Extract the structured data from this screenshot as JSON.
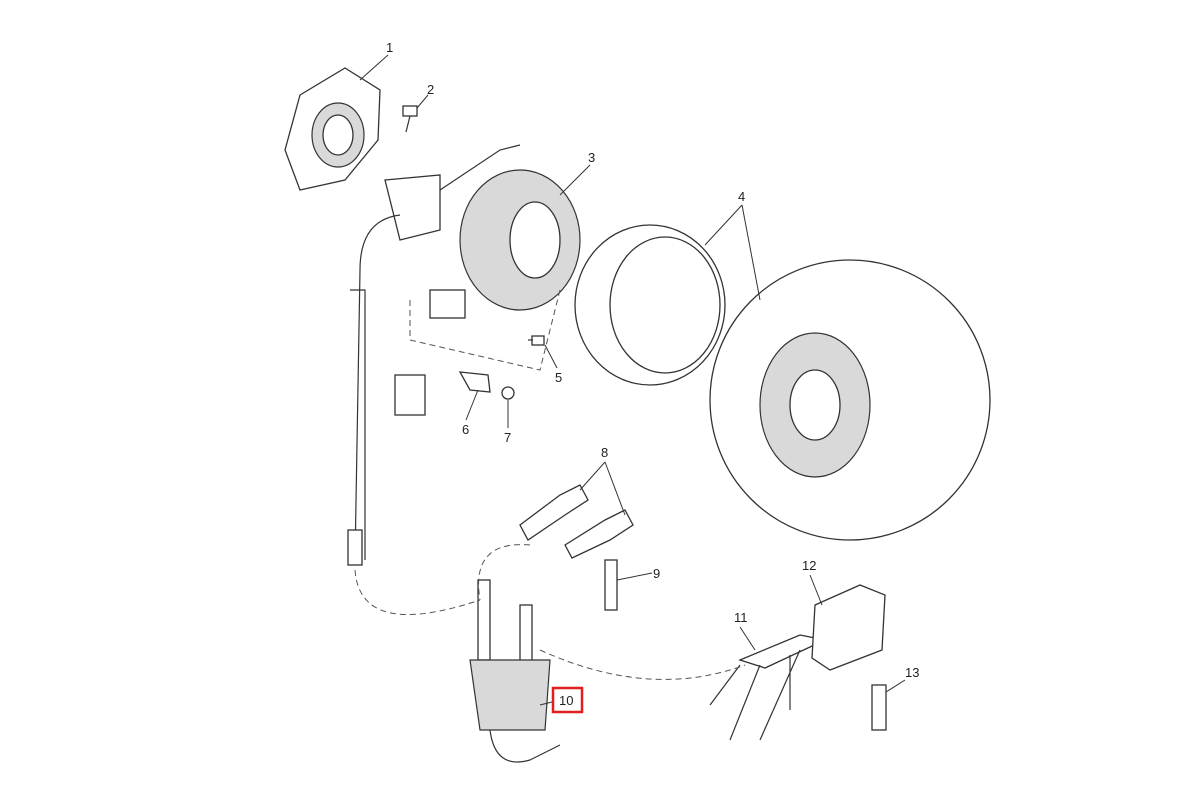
{
  "diagram": {
    "callouts": [
      "1",
      "2",
      "3",
      "4",
      "5",
      "6",
      "7",
      "8",
      "9",
      "10",
      "11",
      "12",
      "13"
    ],
    "highlighted_callout": "10",
    "highlight_color": "#e02020"
  }
}
